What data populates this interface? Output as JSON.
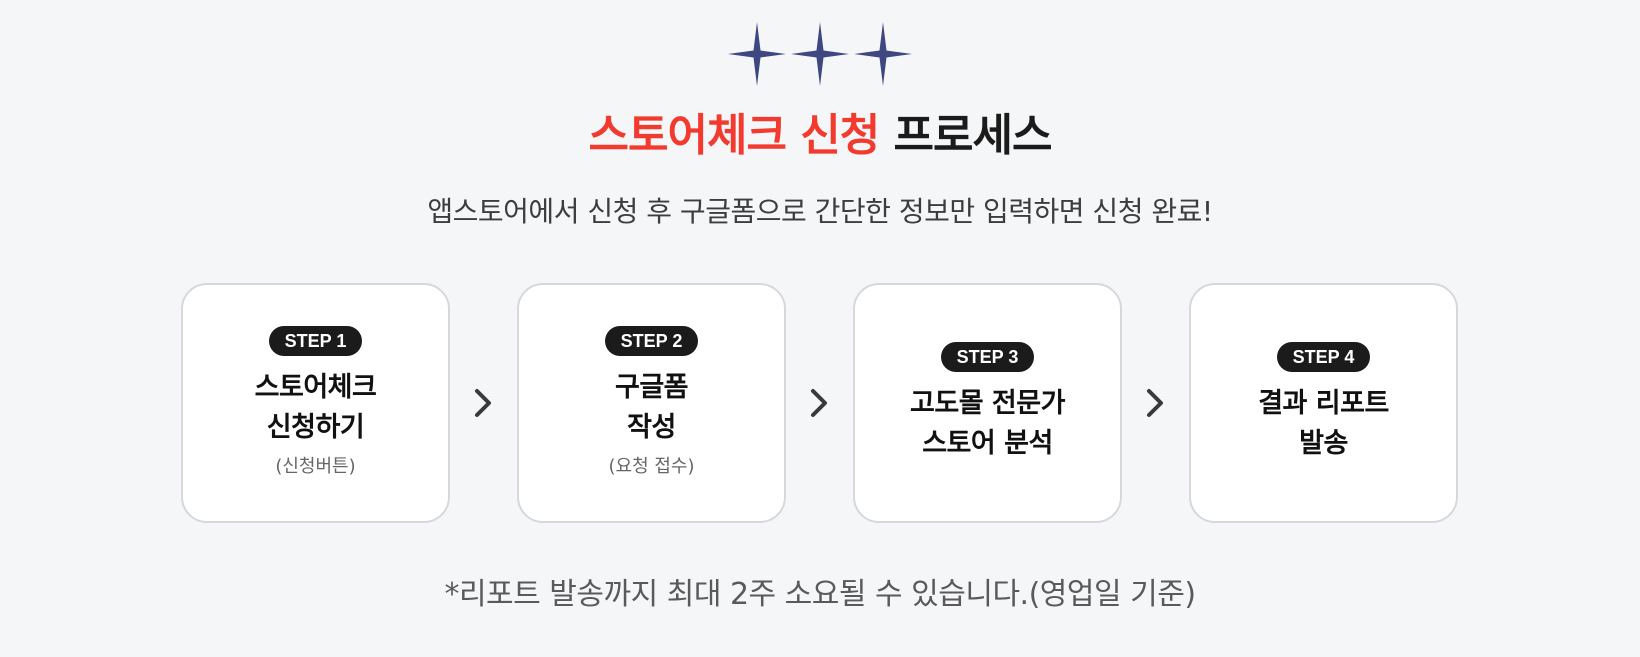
{
  "decoration": {
    "icons": [
      "sparkle-star-icon",
      "sparkle-star-icon",
      "sparkle-star-icon"
    ],
    "star_color": "#3f4780"
  },
  "header": {
    "title_accent": "스토어체크 신청",
    "title_rest": "프로세스",
    "accent_color": "#f23a2e",
    "subtitle": "앱스토어에서 신청 후 구글폼으로 간단한 정보만 입력하면 신청 완료!"
  },
  "steps": [
    {
      "badge": "STEP 1",
      "title_line1": "스토어체크",
      "title_line2": "신청하기",
      "note": "(신청버튼)"
    },
    {
      "badge": "STEP 2",
      "title_line1": "구글폼",
      "title_line2": "작성",
      "note": "(요청 접수)"
    },
    {
      "badge": "STEP 3",
      "title_line1": "고도몰 전문가",
      "title_line2": "스토어 분석"
    },
    {
      "badge": "STEP 4",
      "title_line1": "결과 리포트",
      "title_line2": "발송"
    }
  ],
  "arrow_icon": "chevron-right-icon",
  "footnote": "*리포트 발송까지 최대 2주 소요될 수 있습니다.(영업일 기준)"
}
